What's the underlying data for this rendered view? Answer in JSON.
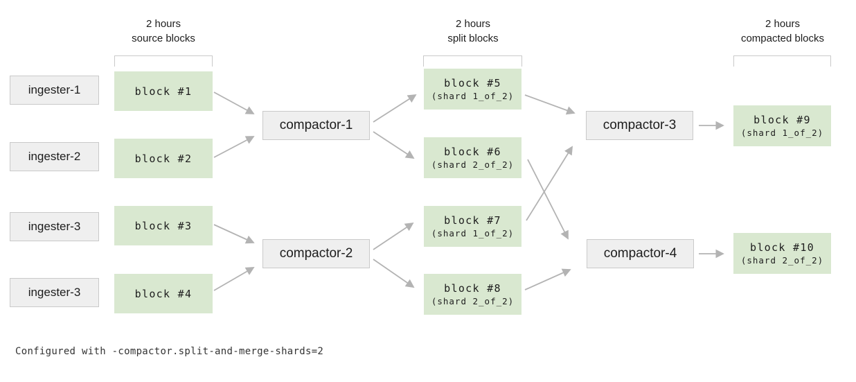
{
  "diagram": {
    "column_headers": [
      {
        "line1": "2 hours",
        "line2": "source blocks"
      },
      {
        "line1": "2 hours",
        "line2": "split blocks"
      },
      {
        "line1": "2 hours",
        "line2": "compacted blocks"
      }
    ],
    "ingesters": [
      "ingester-1",
      "ingester-2",
      "ingester-3",
      "ingester-3"
    ],
    "source_blocks": [
      "block #1",
      "block #2",
      "block #3",
      "block #4"
    ],
    "stage1_compactors": [
      "compactor-1",
      "compactor-2"
    ],
    "split_blocks": [
      {
        "label": "block #5",
        "shard": "(shard 1_of_2)"
      },
      {
        "label": "block #6",
        "shard": "(shard 2_of_2)"
      },
      {
        "label": "block #7",
        "shard": "(shard 1_of_2)"
      },
      {
        "label": "block #8",
        "shard": "(shard 2_of_2)"
      }
    ],
    "stage2_compactors": [
      "compactor-3",
      "compactor-4"
    ],
    "compacted_blocks": [
      {
        "label": "block #9",
        "shard": "(shard 1_of_2)"
      },
      {
        "label": "block #10",
        "shard": "(shard 2_of_2)"
      }
    ],
    "caption": "Configured with -compactor.split-and-merge-shards=2",
    "colors": {
      "block_fill": "#d9e8d0",
      "node_fill": "#efefef",
      "node_border": "#c9c9c9",
      "arrow": "#b3b3b3",
      "bracket": "#c9c9c9",
      "text": "#1d1d1d",
      "caption_color": "#333333"
    }
  }
}
